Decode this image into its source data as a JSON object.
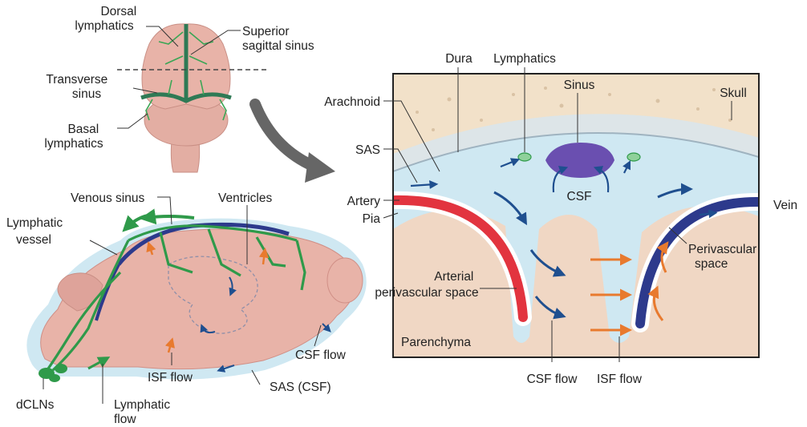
{
  "labels": {
    "dorsal_lymphatics": [
      "Dorsal",
      "lymphatics"
    ],
    "superior_sagittal_sinus": [
      "Superior",
      "sagittal sinus"
    ],
    "transverse_sinus": [
      "Transverse",
      "sinus"
    ],
    "basal_lymphatics": [
      "Basal",
      "lymphatics"
    ],
    "venous_sinus": "Venous sinus",
    "ventricles": "Ventricles",
    "lymphatic_vessel": [
      "Lymphatic",
      "vessel"
    ],
    "dclns": "dCLNs",
    "lymphatic_flow": [
      "Lymphatic",
      "flow"
    ],
    "isf_flow_left": "ISF flow",
    "sas_csf": "SAS (CSF)",
    "csf_flow_left": "CSF flow",
    "dura": "Dura",
    "lymphatics": "Lymphatics",
    "sinus": "Sinus",
    "skull": "Skull",
    "arachnoid": "Arachnoid",
    "sas": "SAS",
    "csf": "CSF",
    "artery": "Artery",
    "pia": "Pia",
    "vein": "Vein",
    "perivascular_space": [
      "Perivascular",
      "space"
    ],
    "arterial_perivascular_space": [
      "Arterial",
      "perivascular space"
    ],
    "parenchyma": "Parenchyma",
    "csf_flow_right": "CSF flow",
    "isf_flow_right": "ISF flow"
  },
  "colors": {
    "brain": "#e8b3a8",
    "brain_shadow": "#d99a8f",
    "lymphatic": "#2f9a4a",
    "venous": "#2d3a8c",
    "artery": "#e2343f",
    "csf_blue": "#cfe8f2",
    "flow_arrow_blue": "#1f4f8f",
    "isf_orange": "#e87a2e",
    "skull": "#f2e1c9",
    "dura": "#dde5e8",
    "sinus_purple": "#6a4fb0",
    "parenchyma": "#f0d7c4"
  }
}
